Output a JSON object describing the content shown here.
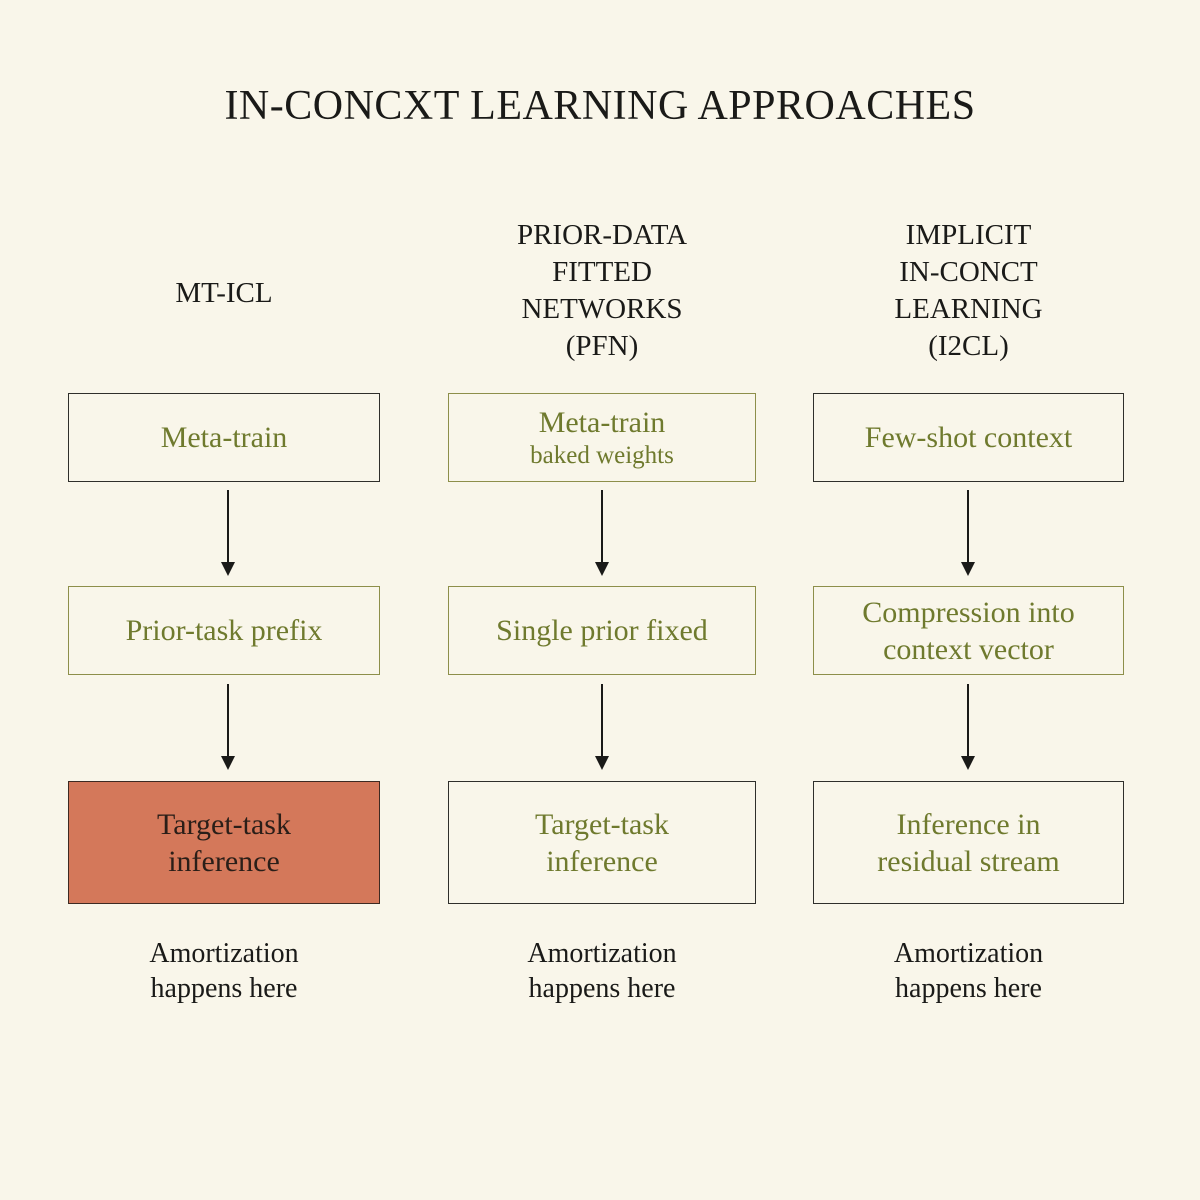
{
  "title": "IN-CONCXT LEARNING APPROACHES",
  "columns": [
    {
      "header": [
        "MT-ICL"
      ],
      "boxes": [
        {
          "lines": [
            "Meta-train"
          ],
          "sub": ""
        },
        {
          "lines": [
            "Prior-task prefix"
          ],
          "sub": ""
        },
        {
          "lines": [
            "Target-task",
            "inference"
          ],
          "sub": ""
        }
      ],
      "note": [
        "Amortization",
        "happens here"
      ]
    },
    {
      "header": [
        "PRIOR-DATA",
        "FITTED",
        "NETWORKS",
        "(PFN)"
      ],
      "boxes": [
        {
          "lines": [
            "Meta-train"
          ],
          "sub": "baked weights"
        },
        {
          "lines": [
            "Single prior fixed"
          ],
          "sub": ""
        },
        {
          "lines": [
            "Target-task",
            "inference"
          ],
          "sub": ""
        }
      ],
      "note": [
        "Amortization",
        "happens here"
      ]
    },
    {
      "header": [
        "IMPLICIT",
        "IN-CONCT",
        "LEARNING",
        "(I2CL)"
      ],
      "boxes": [
        {
          "lines": [
            "Few-shot context"
          ],
          "sub": ""
        },
        {
          "lines": [
            "Compression into",
            "context vector"
          ],
          "sub": ""
        },
        {
          "lines": [
            "Inference in",
            "residual stream"
          ],
          "sub": ""
        }
      ],
      "note": [
        "Amortization",
        "happens here"
      ]
    }
  ],
  "colors": {
    "background": "#f9f6ea",
    "box_text": "#6f7a2e",
    "highlight_fill": "#d4785a",
    "dark_border": "#2f2f2b",
    "olive_border": "#8d8f4a"
  }
}
